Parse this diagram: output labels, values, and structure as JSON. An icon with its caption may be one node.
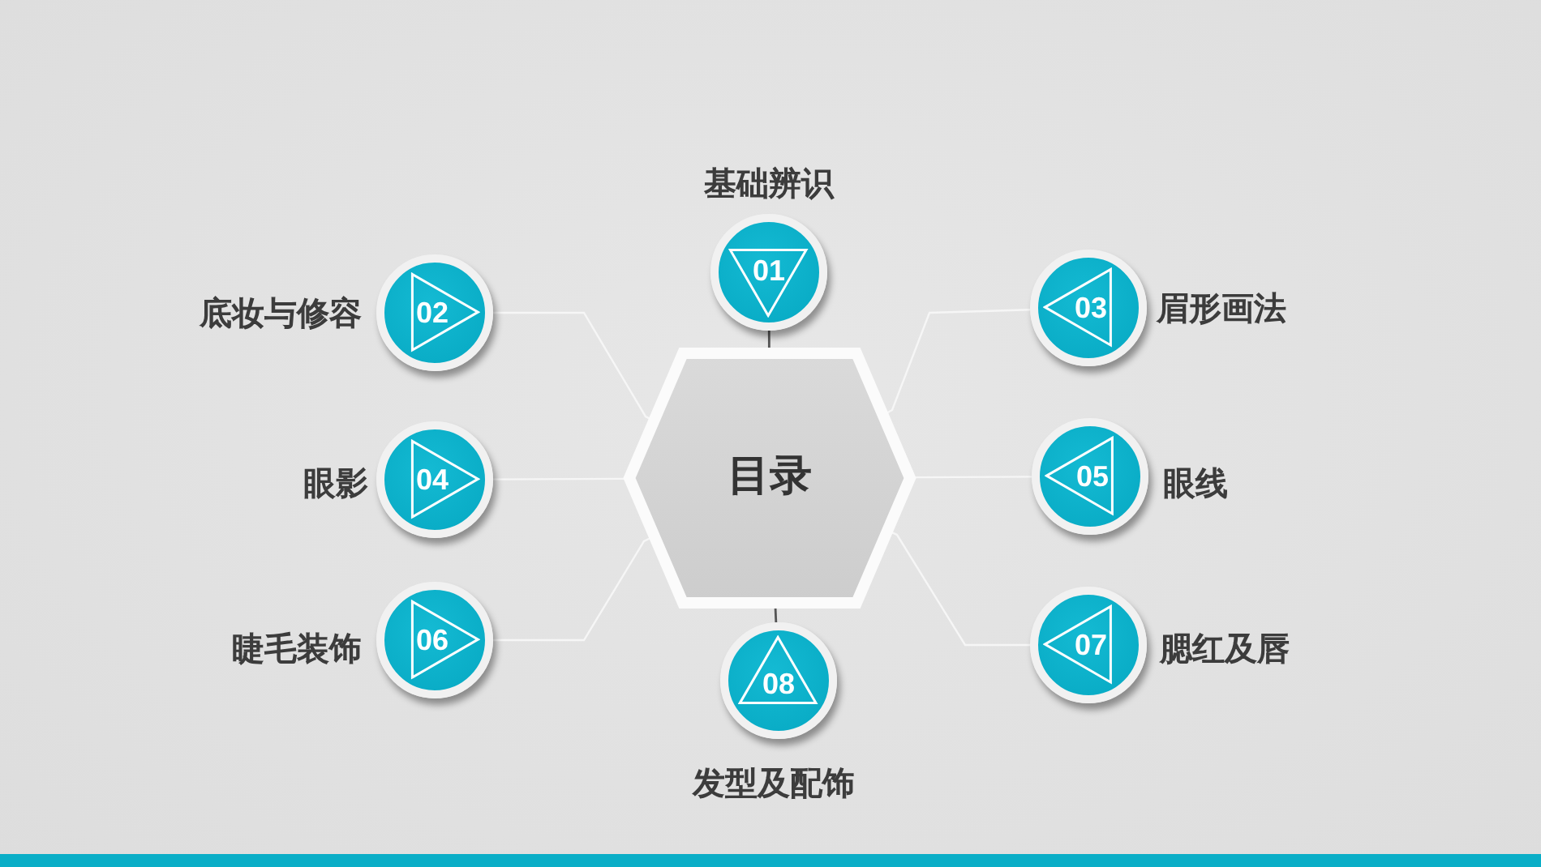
{
  "diagram": {
    "nodes": [
      {
        "text": [
          "目录"
        ]
      },
      {
        "text": [
          "01"
        ],
        "beside": [
          "基础辨识"
        ]
      },
      {
        "text": [
          "02"
        ],
        "beside": [
          "底妆与修容"
        ]
      },
      {
        "text": [
          "03"
        ],
        "beside": [
          "眉形画法"
        ]
      },
      {
        "text": [
          "04"
        ],
        "beside": [
          "眼影"
        ]
      },
      {
        "text": [
          "05"
        ],
        "beside": [
          "眼线"
        ]
      },
      {
        "text": [
          "06"
        ],
        "beside": [
          "睫毛装饰"
        ]
      },
      {
        "text": [
          "07"
        ],
        "beside": [
          "腮红及唇"
        ]
      },
      {
        "text": [
          "08"
        ],
        "beside": [
          "发型及配饰"
        ]
      }
    ],
    "edges": [
      {
        "from": 0,
        "to": 1,
        "arrow": "none",
        "color": "#555555"
      },
      {
        "from": 0,
        "to": 2,
        "arrow": "none"
      },
      {
        "from": 0,
        "to": 3,
        "arrow": "none"
      },
      {
        "from": 0,
        "to": 4,
        "arrow": "none"
      },
      {
        "from": 0,
        "to": 5,
        "arrow": "none"
      },
      {
        "from": 0,
        "to": 6,
        "arrow": "none"
      },
      {
        "from": 0,
        "to": 7,
        "arrow": "none"
      },
      {
        "from": 0,
        "to": 8,
        "arrow": "none",
        "color": "#555555"
      }
    ]
  }
}
